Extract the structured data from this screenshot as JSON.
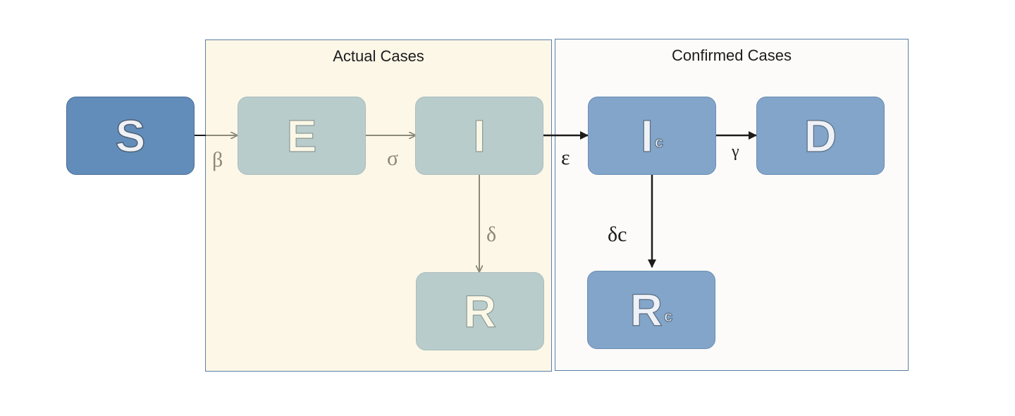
{
  "panels": {
    "actual": {
      "title": "Actual Cases"
    },
    "confirmed": {
      "title": "Confirmed Cases"
    }
  },
  "nodes": {
    "S": {
      "letter": "S",
      "sub": ""
    },
    "E": {
      "letter": "E",
      "sub": ""
    },
    "I": {
      "letter": "I",
      "sub": ""
    },
    "R": {
      "letter": "R",
      "sub": ""
    },
    "Ic": {
      "letter": "I",
      "sub": "c"
    },
    "D": {
      "letter": "D",
      "sub": ""
    },
    "Rc": {
      "letter": "R",
      "sub": "c"
    }
  },
  "rates": {
    "beta": "β",
    "sigma": "σ",
    "delta": "δ",
    "epsilon": "ε",
    "gamma": "γ",
    "delta_c": "δc"
  },
  "colors": {
    "panel_actual_bg": "#fdf7e8",
    "panel_confirmed_bg": "#fcfbf9",
    "panel_border": "#5b7fa6",
    "node_dark": "#628dba",
    "node_muted": "#b9cccc",
    "node_blue": "#82a5c9",
    "arrow_muted": "#8b8a77",
    "arrow_dark": "#1c1c1c"
  }
}
